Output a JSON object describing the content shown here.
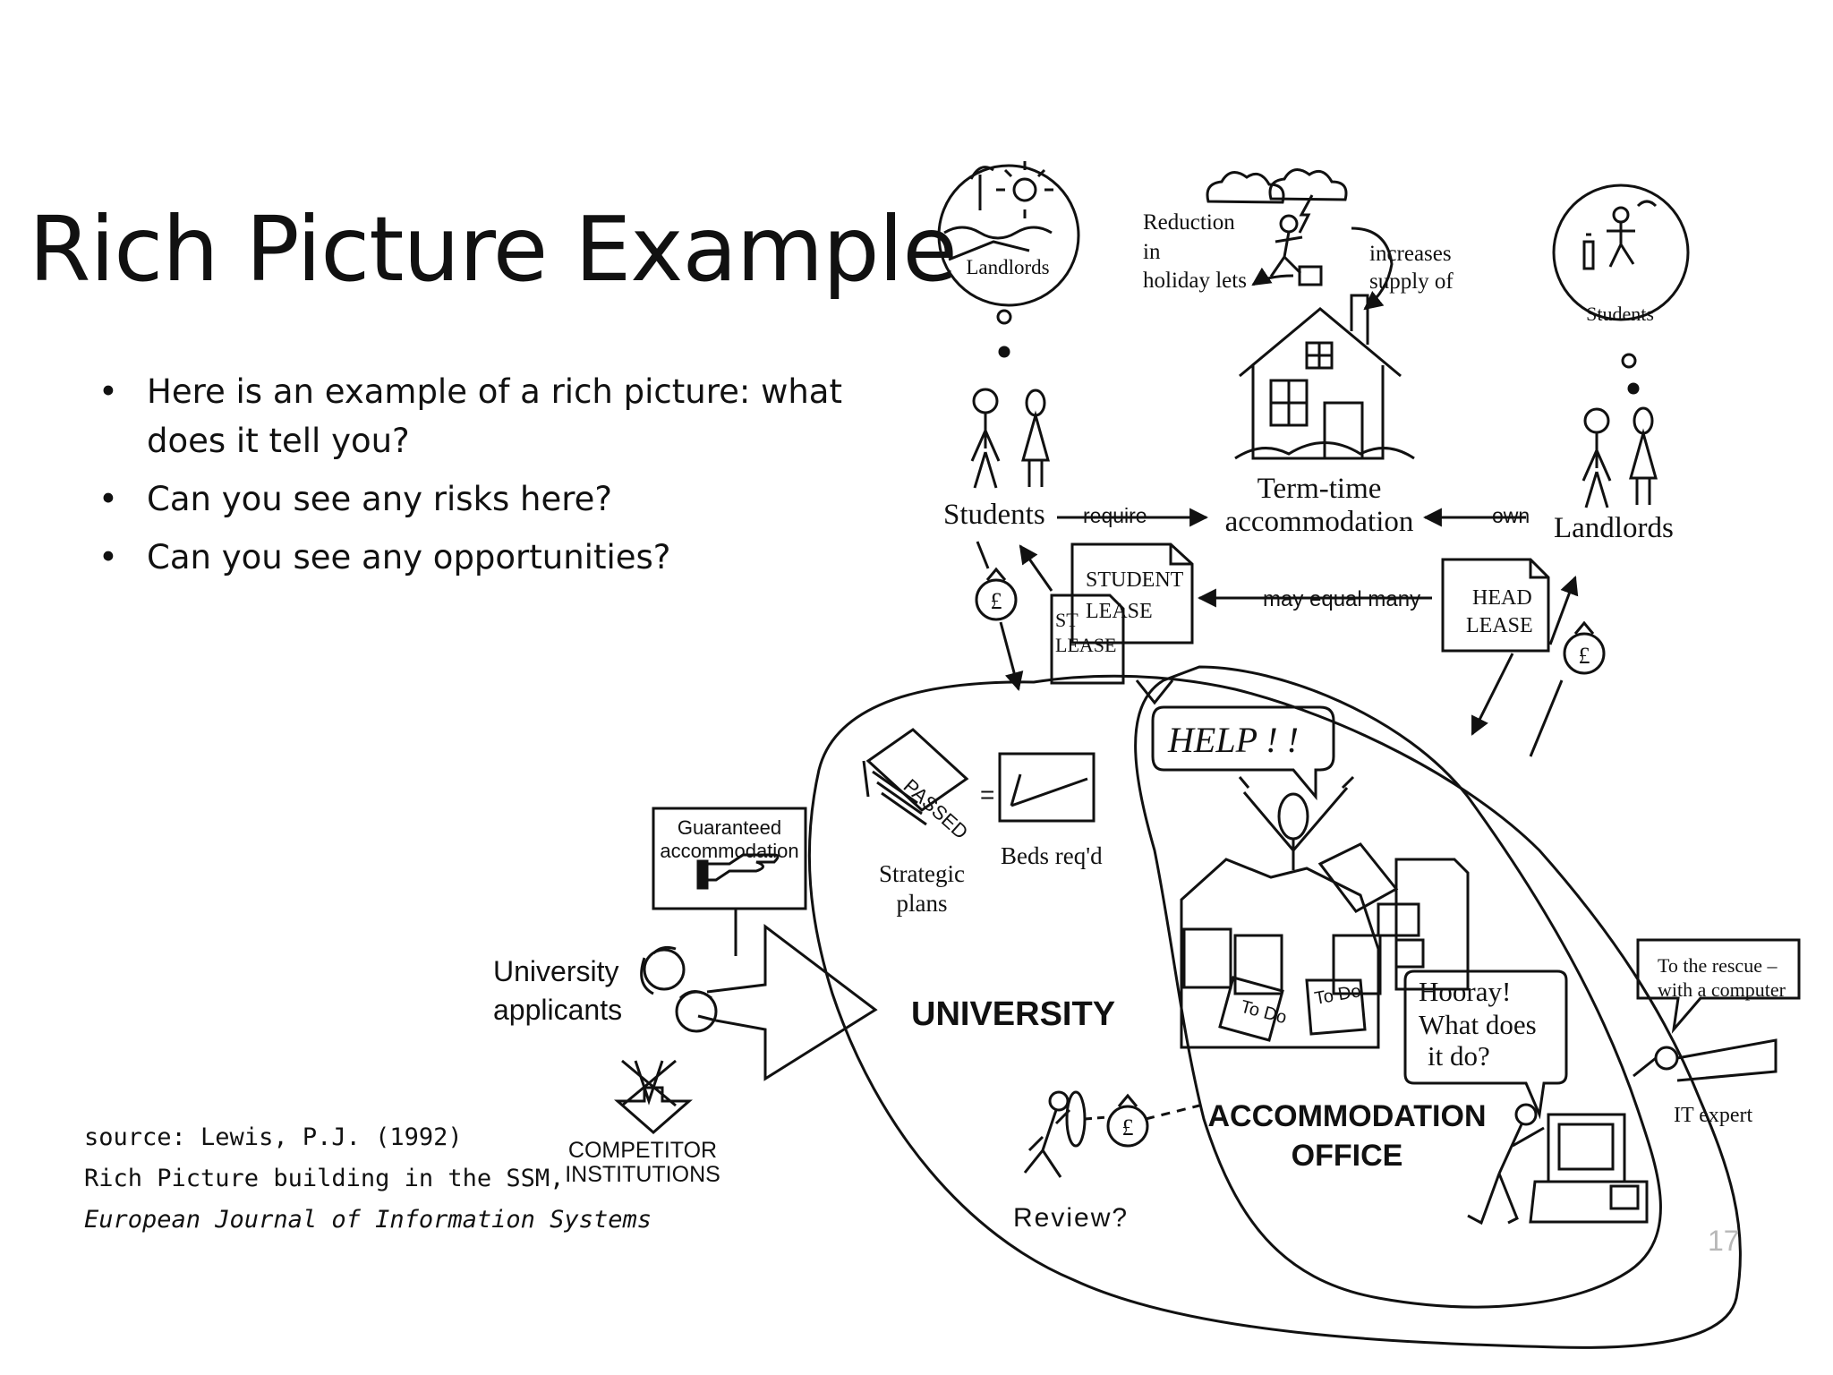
{
  "slide": {
    "title": "Rich Picture Example",
    "bullets": [
      "Here is an example of a rich picture: what does it tell you?",
      "Can you see any risks here?",
      "Can you see any opportunities?"
    ],
    "source": {
      "line1": "source: Lewis, P.J. (1992)",
      "line2": "Rich Picture building in the SSM,",
      "line3": "European Journal of Information Systems"
    },
    "page_number": "17"
  },
  "diagram": {
    "landlords_bubble": "Landlords",
    "students_bubble": "Students",
    "reduction": [
      "Reduction",
      "in",
      "holiday lets"
    ],
    "increases": [
      "increases",
      "supply of"
    ],
    "term_time": [
      "Term-time",
      "accommodation"
    ],
    "students_label": "Students",
    "landlords_label": "Landlords",
    "require": "require",
    "own": "own",
    "student_lease": [
      "STUDENT",
      "LEASE"
    ],
    "back_lease": [
      "ST",
      "LEASE"
    ],
    "may_equal_many": "may equal many",
    "head_lease": [
      "HEAD",
      "LEASE"
    ],
    "pound": "£",
    "help": "HELP ! !",
    "passed": "PASSED",
    "equals": "=",
    "strategic": [
      "Strategic",
      "plans"
    ],
    "beds": "Beds req'd",
    "guaranteed": [
      "Guaranteed",
      "accommodation"
    ],
    "applicants": [
      "University",
      "applicants"
    ],
    "competitor": [
      "COMPETITOR",
      "INSTITUTIONS"
    ],
    "university": "UNIVERSITY",
    "accommodation_office": [
      "ACCOMMODATION",
      "OFFICE"
    ],
    "todo1": "To Do",
    "todo2": "To Do",
    "hooray": [
      "Hooray!",
      "What does",
      "it do?"
    ],
    "rescue": [
      "To the rescue –",
      "with a computer"
    ],
    "it_expert": "IT expert",
    "review": "Review?"
  }
}
